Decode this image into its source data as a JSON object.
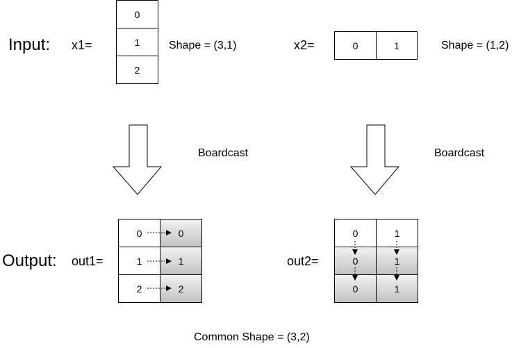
{
  "input": {
    "label": "Input:",
    "x1": {
      "name": "x1=",
      "values": [
        "0",
        "1",
        "2"
      ],
      "shape": "Shape = (3,1)"
    },
    "x2": {
      "name": "x2=",
      "values": [
        "0",
        "1"
      ],
      "shape": "Shape = (1,2)"
    }
  },
  "broadcast": {
    "left_label": "Boardcast",
    "right_label": "Boardcast"
  },
  "output": {
    "label": "Output:",
    "out1": {
      "name": "out1=",
      "col1": [
        "0",
        "1",
        "2"
      ],
      "col2": [
        "0",
        "1",
        "2"
      ]
    },
    "out2": {
      "name": "out2=",
      "row1": [
        "0",
        "1"
      ],
      "row2": [
        "0",
        "1"
      ],
      "row3": [
        "0",
        "1"
      ]
    }
  },
  "common_shape": "Common Shape = (3,2)",
  "colors": {
    "stroke": "#000000",
    "fill_grey_top": "#f2f2f2",
    "fill_grey_bottom": "#c2c2c2"
  }
}
